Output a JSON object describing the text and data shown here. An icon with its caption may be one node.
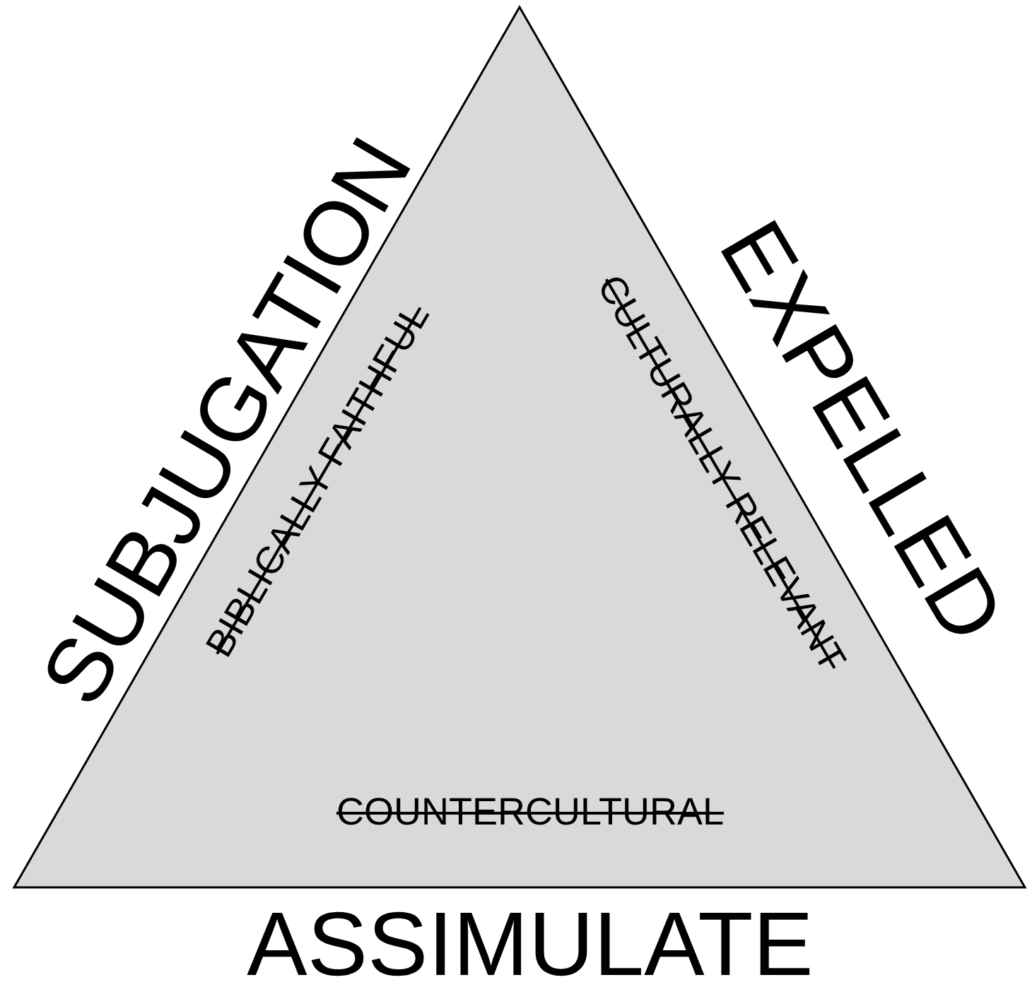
{
  "diagram": {
    "nodes": [
      {
        "text": [
          "BIBLICALLY FAITHFUL",
          "CULTURALLY RELEVANT",
          "COUNTERCULTURAL"
        ]
      }
    ],
    "labels": [
      "SUBJUGATION",
      "EXPELLED",
      "ASSIMULATE"
    ]
  }
}
